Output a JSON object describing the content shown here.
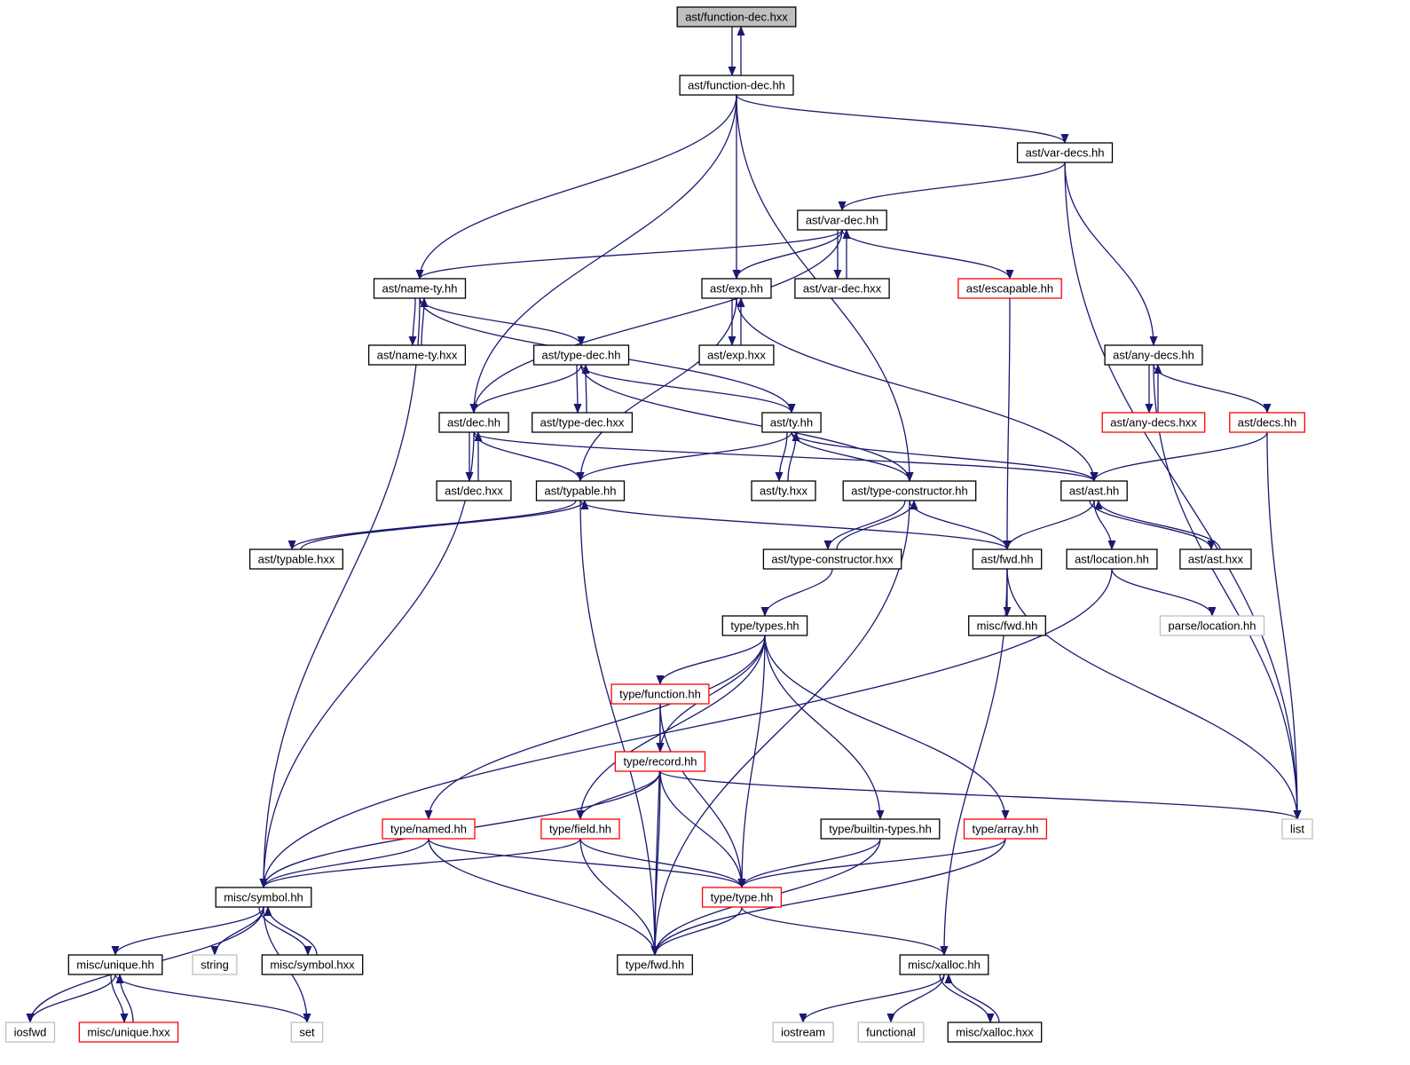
{
  "colors": {
    "edge": "#191970",
    "border_normal": "#000000",
    "border_truncated": "#ff0000",
    "border_system": "#bfbfbf",
    "root_fill": "#bfbfbf"
  },
  "nodes": [
    {
      "id": "fdec_hxx",
      "label": "ast/function-dec.hxx",
      "kind": "root"
    },
    {
      "id": "fdec_hh",
      "label": "ast/function-dec.hh",
      "kind": "normal"
    },
    {
      "id": "vardecs_hh",
      "label": "ast/var-decs.hh",
      "kind": "normal"
    },
    {
      "id": "vardec_hh",
      "label": "ast/var-dec.hh",
      "kind": "normal"
    },
    {
      "id": "namety_hh",
      "label": "ast/name-ty.hh",
      "kind": "normal"
    },
    {
      "id": "exp_hh",
      "label": "ast/exp.hh",
      "kind": "normal"
    },
    {
      "id": "vardec_hxx",
      "label": "ast/var-dec.hxx",
      "kind": "normal"
    },
    {
      "id": "escapable_hh",
      "label": "ast/escapable.hh",
      "kind": "truncated"
    },
    {
      "id": "namety_hxx",
      "label": "ast/name-ty.hxx",
      "kind": "normal"
    },
    {
      "id": "typedec_hh",
      "label": "ast/type-dec.hh",
      "kind": "normal"
    },
    {
      "id": "exp_hxx",
      "label": "ast/exp.hxx",
      "kind": "normal"
    },
    {
      "id": "anydecs_hh",
      "label": "ast/any-decs.hh",
      "kind": "normal"
    },
    {
      "id": "dec_hh",
      "label": "ast/dec.hh",
      "kind": "normal"
    },
    {
      "id": "typedec_hxx",
      "label": "ast/type-dec.hxx",
      "kind": "normal"
    },
    {
      "id": "ty_hh",
      "label": "ast/ty.hh",
      "kind": "normal"
    },
    {
      "id": "anydecs_hxx",
      "label": "ast/any-decs.hxx",
      "kind": "truncated"
    },
    {
      "id": "decs_hh",
      "label": "ast/decs.hh",
      "kind": "truncated"
    },
    {
      "id": "dec_hxx",
      "label": "ast/dec.hxx",
      "kind": "normal"
    },
    {
      "id": "typable_hh",
      "label": "ast/typable.hh",
      "kind": "normal"
    },
    {
      "id": "ty_hxx",
      "label": "ast/ty.hxx",
      "kind": "normal"
    },
    {
      "id": "tc_hh",
      "label": "ast/type-constructor.hh",
      "kind": "normal"
    },
    {
      "id": "ast_hh",
      "label": "ast/ast.hh",
      "kind": "normal"
    },
    {
      "id": "typable_hxx",
      "label": "ast/typable.hxx",
      "kind": "normal"
    },
    {
      "id": "tc_hxx",
      "label": "ast/type-constructor.hxx",
      "kind": "normal"
    },
    {
      "id": "astfwd_hh",
      "label": "ast/fwd.hh",
      "kind": "normal"
    },
    {
      "id": "location_hh",
      "label": "ast/location.hh",
      "kind": "normal"
    },
    {
      "id": "ast_hxx",
      "label": "ast/ast.hxx",
      "kind": "normal"
    },
    {
      "id": "types_hh",
      "label": "type/types.hh",
      "kind": "normal"
    },
    {
      "id": "miscfwd_hh",
      "label": "misc/fwd.hh",
      "kind": "normal"
    },
    {
      "id": "parseloc_hh",
      "label": "parse/location.hh",
      "kind": "system"
    },
    {
      "id": "function_hh",
      "label": "type/function.hh",
      "kind": "truncated"
    },
    {
      "id": "record_hh",
      "label": "type/record.hh",
      "kind": "truncated"
    },
    {
      "id": "named_hh",
      "label": "type/named.hh",
      "kind": "truncated"
    },
    {
      "id": "field_hh",
      "label": "type/field.hh",
      "kind": "truncated"
    },
    {
      "id": "builtin_hh",
      "label": "type/builtin-types.hh",
      "kind": "normal"
    },
    {
      "id": "array_hh",
      "label": "type/array.hh",
      "kind": "truncated"
    },
    {
      "id": "list",
      "label": "list",
      "kind": "system"
    },
    {
      "id": "symbol_hh",
      "label": "misc/symbol.hh",
      "kind": "normal"
    },
    {
      "id": "type_hh",
      "label": "type/type.hh",
      "kind": "truncated"
    },
    {
      "id": "unique_hh",
      "label": "misc/unique.hh",
      "kind": "normal"
    },
    {
      "id": "string",
      "label": "string",
      "kind": "system"
    },
    {
      "id": "symbol_hxx",
      "label": "misc/symbol.hxx",
      "kind": "normal"
    },
    {
      "id": "typefwd_hh",
      "label": "type/fwd.hh",
      "kind": "normal"
    },
    {
      "id": "xalloc_hh",
      "label": "misc/xalloc.hh",
      "kind": "normal"
    },
    {
      "id": "iosfwd",
      "label": "iosfwd",
      "kind": "system"
    },
    {
      "id": "unique_hxx",
      "label": "misc/unique.hxx",
      "kind": "truncated"
    },
    {
      "id": "set",
      "label": "set",
      "kind": "system"
    },
    {
      "id": "iostream",
      "label": "iostream",
      "kind": "system"
    },
    {
      "id": "functional",
      "label": "functional",
      "kind": "system"
    },
    {
      "id": "xalloc_hxx",
      "label": "misc/xalloc.hxx",
      "kind": "normal"
    }
  ],
  "edges": [
    {
      "from": "fdec_hxx",
      "to": "fdec_hh"
    },
    {
      "from": "fdec_hh",
      "to": "fdec_hxx"
    },
    {
      "from": "fdec_hh",
      "to": "dec_hh"
    },
    {
      "from": "fdec_hh",
      "to": "namety_hh"
    },
    {
      "from": "fdec_hh",
      "to": "exp_hh"
    },
    {
      "from": "fdec_hh",
      "to": "tc_hh"
    },
    {
      "from": "fdec_hh",
      "to": "vardecs_hh"
    },
    {
      "from": "vardecs_hh",
      "to": "vardec_hh"
    },
    {
      "from": "vardecs_hh",
      "to": "anydecs_hh"
    },
    {
      "from": "vardecs_hh",
      "to": "list"
    },
    {
      "from": "vardec_hh",
      "to": "namety_hh"
    },
    {
      "from": "vardec_hh",
      "to": "dec_hh"
    },
    {
      "from": "vardec_hh",
      "to": "exp_hh"
    },
    {
      "from": "vardec_hh",
      "to": "vardec_hxx"
    },
    {
      "from": "vardec_hxx",
      "to": "vardec_hh"
    },
    {
      "from": "vardec_hh",
      "to": "escapable_hh"
    },
    {
      "from": "escapable_hh",
      "to": "astfwd_hh"
    },
    {
      "from": "namety_hh",
      "to": "namety_hxx"
    },
    {
      "from": "namety_hxx",
      "to": "namety_hh"
    },
    {
      "from": "namety_hh",
      "to": "typedec_hh"
    },
    {
      "from": "namety_hh",
      "to": "ty_hh"
    },
    {
      "from": "namety_hh",
      "to": "symbol_hh"
    },
    {
      "from": "exp_hh",
      "to": "exp_hxx"
    },
    {
      "from": "exp_hxx",
      "to": "exp_hh"
    },
    {
      "from": "exp_hh",
      "to": "typable_hh"
    },
    {
      "from": "exp_hh",
      "to": "ast_hh"
    },
    {
      "from": "typedec_hh",
      "to": "dec_hh"
    },
    {
      "from": "typedec_hh",
      "to": "typedec_hxx"
    },
    {
      "from": "typedec_hxx",
      "to": "typedec_hh"
    },
    {
      "from": "typedec_hh",
      "to": "ty_hh"
    },
    {
      "from": "typedec_hh",
      "to": "tc_hh"
    },
    {
      "from": "anydecs_hh",
      "to": "anydecs_hxx"
    },
    {
      "from": "anydecs_hxx",
      "to": "anydecs_hh"
    },
    {
      "from": "anydecs_hh",
      "to": "decs_hh"
    },
    {
      "from": "anydecs_hh",
      "to": "list"
    },
    {
      "from": "decs_hh",
      "to": "ast_hh"
    },
    {
      "from": "decs_hh",
      "to": "list"
    },
    {
      "from": "dec_hh",
      "to": "dec_hxx"
    },
    {
      "from": "dec_hxx",
      "to": "dec_hh"
    },
    {
      "from": "dec_hh",
      "to": "typable_hh"
    },
    {
      "from": "dec_hh",
      "to": "ast_hh"
    },
    {
      "from": "dec_hh",
      "to": "symbol_hh"
    },
    {
      "from": "ty_hh",
      "to": "ty_hxx"
    },
    {
      "from": "ty_hxx",
      "to": "ty_hh"
    },
    {
      "from": "ty_hh",
      "to": "typable_hh"
    },
    {
      "from": "ty_hh",
      "to": "tc_hh"
    },
    {
      "from": "ty_hh",
      "to": "ast_hh"
    },
    {
      "from": "typable_hh",
      "to": "typable_hxx"
    },
    {
      "from": "typable_hxx",
      "to": "typable_hh"
    },
    {
      "from": "typable_hh",
      "to": "astfwd_hh"
    },
    {
      "from": "typable_hh",
      "to": "typefwd_hh"
    },
    {
      "from": "tc_hh",
      "to": "tc_hxx"
    },
    {
      "from": "tc_hxx",
      "to": "tc_hh"
    },
    {
      "from": "tc_hh",
      "to": "astfwd_hh"
    },
    {
      "from": "tc_hh",
      "to": "typefwd_hh"
    },
    {
      "from": "tc_hxx",
      "to": "types_hh"
    },
    {
      "from": "ast_hh",
      "to": "astfwd_hh"
    },
    {
      "from": "ast_hh",
      "to": "location_hh"
    },
    {
      "from": "ast_hh",
      "to": "ast_hxx"
    },
    {
      "from": "ast_hxx",
      "to": "ast_hh"
    },
    {
      "from": "astfwd_hh",
      "to": "miscfwd_hh"
    },
    {
      "from": "astfwd_hh",
      "to": "list"
    },
    {
      "from": "astfwd_hh",
      "to": "xalloc_hh"
    },
    {
      "from": "location_hh",
      "to": "parseloc_hh"
    },
    {
      "from": "location_hh",
      "to": "symbol_hh"
    },
    {
      "from": "types_hh",
      "to": "function_hh"
    },
    {
      "from": "types_hh",
      "to": "record_hh"
    },
    {
      "from": "types_hh",
      "to": "named_hh"
    },
    {
      "from": "types_hh",
      "to": "field_hh"
    },
    {
      "from": "types_hh",
      "to": "type_hh"
    },
    {
      "from": "types_hh",
      "to": "builtin_hh"
    },
    {
      "from": "types_hh",
      "to": "array_hh"
    },
    {
      "from": "function_hh",
      "to": "record_hh"
    },
    {
      "from": "function_hh",
      "to": "type_hh"
    },
    {
      "from": "function_hh",
      "to": "typefwd_hh"
    },
    {
      "from": "record_hh",
      "to": "field_hh"
    },
    {
      "from": "record_hh",
      "to": "type_hh"
    },
    {
      "from": "record_hh",
      "to": "typefwd_hh"
    },
    {
      "from": "record_hh",
      "to": "symbol_hh"
    },
    {
      "from": "record_hh",
      "to": "list"
    },
    {
      "from": "named_hh",
      "to": "symbol_hh"
    },
    {
      "from": "named_hh",
      "to": "type_hh"
    },
    {
      "from": "named_hh",
      "to": "typefwd_hh"
    },
    {
      "from": "field_hh",
      "to": "symbol_hh"
    },
    {
      "from": "field_hh",
      "to": "type_hh"
    },
    {
      "from": "field_hh",
      "to": "typefwd_hh"
    },
    {
      "from": "builtin_hh",
      "to": "type_hh"
    },
    {
      "from": "builtin_hh",
      "to": "typefwd_hh"
    },
    {
      "from": "array_hh",
      "to": "type_hh"
    },
    {
      "from": "array_hh",
      "to": "typefwd_hh"
    },
    {
      "from": "type_hh",
      "to": "typefwd_hh"
    },
    {
      "from": "type_hh",
      "to": "xalloc_hh"
    },
    {
      "from": "symbol_hh",
      "to": "unique_hh"
    },
    {
      "from": "symbol_hh",
      "to": "string"
    },
    {
      "from": "symbol_hh",
      "to": "symbol_hxx"
    },
    {
      "from": "symbol_hxx",
      "to": "symbol_hh"
    },
    {
      "from": "symbol_hh",
      "to": "iosfwd"
    },
    {
      "from": "symbol_hh",
      "to": "set"
    },
    {
      "from": "unique_hh",
      "to": "iosfwd"
    },
    {
      "from": "unique_hh",
      "to": "unique_hxx"
    },
    {
      "from": "unique_hxx",
      "to": "unique_hh"
    },
    {
      "from": "unique_hh",
      "to": "set"
    },
    {
      "from": "xalloc_hh",
      "to": "iostream"
    },
    {
      "from": "xalloc_hh",
      "to": "functional"
    },
    {
      "from": "xalloc_hh",
      "to": "xalloc_hxx"
    },
    {
      "from": "xalloc_hxx",
      "to": "xalloc_hh"
    }
  ]
}
